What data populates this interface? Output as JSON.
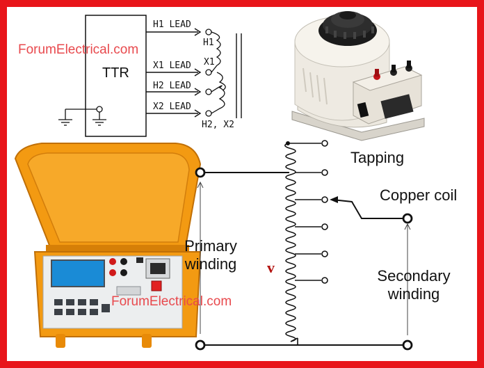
{
  "ttr_schematic": {
    "box_label": "TTR",
    "leads": [
      "H1 LEAD",
      "X1 LEAD",
      "H2 LEAD",
      "X2 LEAD"
    ],
    "terminals": [
      "H1",
      "X1",
      "H2, X2"
    ]
  },
  "watermarks": [
    "ForumElectrical.com",
    "ForumElectrical.com"
  ],
  "autotransformer_diagram": {
    "tapping_label": "Tapping",
    "copper_coil_label": "Copper coil",
    "primary_label_line1": "Primary",
    "primary_label_line2": "winding",
    "secondary_label_line1": "Secondary",
    "secondary_label_line2": "winding",
    "voltage_symbol": "v"
  },
  "colors": {
    "border": "#e8151a",
    "case_orange": "#f39a12",
    "watermark": "#e8494d",
    "voltage_symbol": "#b3120f"
  }
}
